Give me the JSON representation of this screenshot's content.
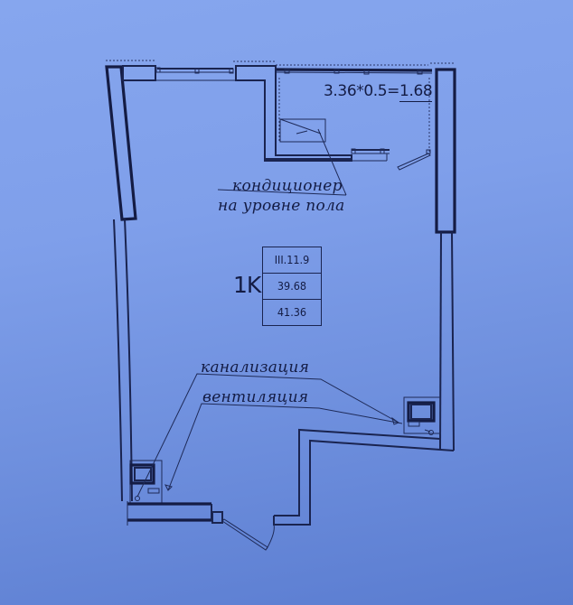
{
  "plan": {
    "apartment_type": "1K",
    "area_table": [
      {
        "label": "ceiling-height-code",
        "value": "III.11.9"
      },
      {
        "label": "living-area",
        "value": "39.68"
      },
      {
        "label": "total-area",
        "value": "41.36"
      }
    ],
    "balcony_formula": {
      "expression": "3.36*0.5=",
      "result": "1.68"
    },
    "annotations": {
      "air_conditioner_line1": "кондиционер",
      "air_conditioner_line2": "на уровне пола",
      "sewer": "канализация",
      "ventilation": "вентиляция"
    }
  },
  "colors": {
    "background_top": "#86a6ee",
    "background_bottom": "#5a7cd0",
    "line_ink": "#141c44"
  },
  "icons": {
    "window": "window-icon",
    "door": "door-swing-icon",
    "ac_unit": "air-conditioner-icon",
    "sewer_riser": "sewer-riser-icon",
    "vent_shaft": "ventilation-shaft-icon"
  }
}
